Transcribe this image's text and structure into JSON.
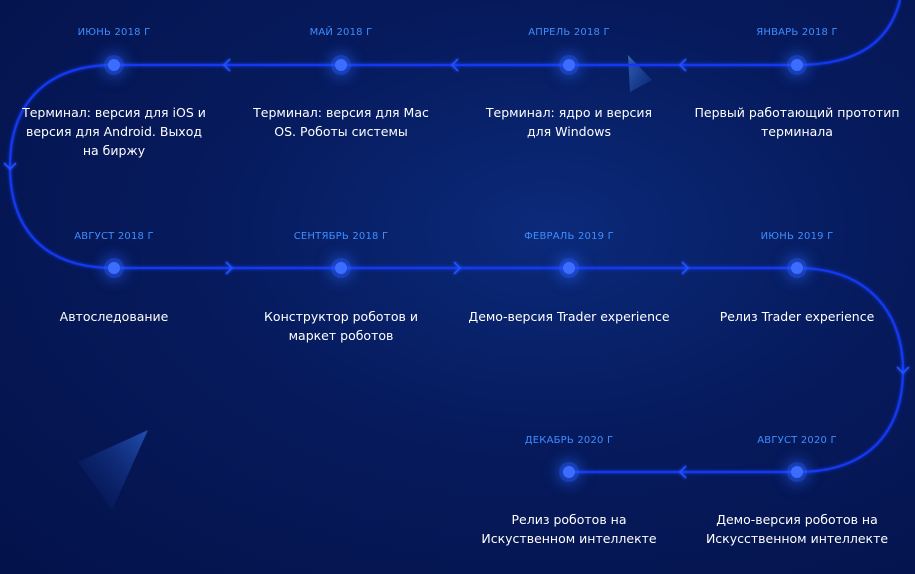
{
  "colors": {
    "background": "#061a5c",
    "line": "#1238f0",
    "date": "#3f8dff",
    "text": "#ffffff",
    "dot": "#3d6dff"
  },
  "milestones": [
    {
      "date": "ЯНВАРЬ 2018 Г",
      "text": "Первый работающий прототип терминала"
    },
    {
      "date": "АПРЕЛЬ 2018 Г",
      "text": "Терминал: ядро и версия для Windows"
    },
    {
      "date": "МАЙ 2018 Г",
      "text": "Терминал: версия для Mac OS. Роботы системы"
    },
    {
      "date": "ИЮНЬ 2018 Г",
      "text": "Терминал: версия для iOS и версия для Android. Выход на биржу"
    },
    {
      "date": "АВГУСТ 2018 Г",
      "text": "Автоследование"
    },
    {
      "date": "СЕНТЯБРЬ 2018 Г",
      "text": "Конструктор роботов и маркет роботов"
    },
    {
      "date": "ФЕВРАЛЬ 2019 Г",
      "text": "Демо-версия Trader experience"
    },
    {
      "date": "ИЮНЬ 2019 Г",
      "text": "Релиз Trader experience"
    },
    {
      "date": "АВГУСТ 2020 Г",
      "text": "Демо-версия роботов на Искусственном интеллекте"
    },
    {
      "date": "ДЕКАБРЬ 2020 Г",
      "text": "Релиз роботов на Искуственном интеллекте"
    }
  ]
}
